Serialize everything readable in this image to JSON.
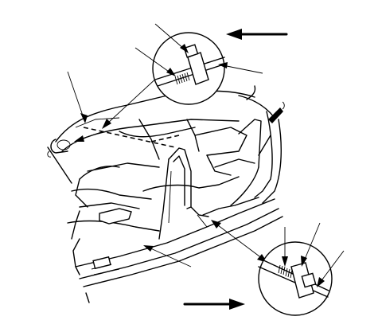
{
  "figure": {
    "description_visible_text": "",
    "detail_views": [
      {
        "name": "upper-detail"
      },
      {
        "name": "lower-detail"
      }
    ],
    "direction_arrows": [
      {
        "name": "upper-direction-arrow",
        "points": "left"
      },
      {
        "name": "lower-direction-arrow",
        "points": "right"
      }
    ],
    "colors": {
      "line": "#000000",
      "background": "#ffffff"
    }
  }
}
